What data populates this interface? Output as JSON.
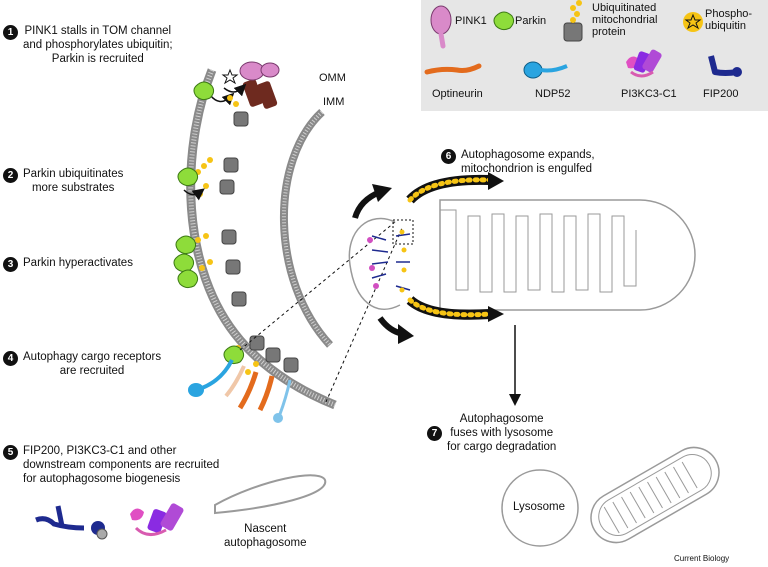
{
  "legend": {
    "pink1": "PINK1",
    "parkin": "Parkin",
    "ub_protein": [
      "Ubiquitinated",
      "mitochondrial",
      "protein"
    ],
    "phospho": [
      "Phospho-",
      "ubiquitin"
    ],
    "optineurin": "Optineurin",
    "ndp52": "NDP52",
    "pi3k": "PI3KC3-C1",
    "fip200": "FIP200"
  },
  "labels": {
    "omm": "OMM",
    "imm": "IMM",
    "nascent": [
      "Nascent",
      "autophagosome"
    ],
    "lysosome": "Lysosome",
    "credit": "Current Biology"
  },
  "steps": [
    {
      "num": "1",
      "lines": [
        "PINK1 stalls in TOM channel",
        "and phosphorylates ubiquitin;",
        "Parkin is recruited"
      ]
    },
    {
      "num": "2",
      "lines": [
        "Parkin ubiquitinates",
        "more substrates"
      ]
    },
    {
      "num": "3",
      "lines": [
        "Parkin hyperactivates"
      ]
    },
    {
      "num": "4",
      "lines": [
        "Autophagy cargo receptors",
        "are recruited"
      ]
    },
    {
      "num": "5",
      "lines": [
        "FIP200, PI3KC3-C1 and other",
        "downstream components are recruited",
        "for autophagosome biogenesis"
      ]
    },
    {
      "num": "6",
      "lines": [
        "Autophagosome expands,",
        "mitochondrion is engulfed"
      ]
    },
    {
      "num": "7",
      "lines": [
        "Autophagosome",
        "fuses with lysosome",
        "for cargo degradation"
      ]
    }
  ]
}
